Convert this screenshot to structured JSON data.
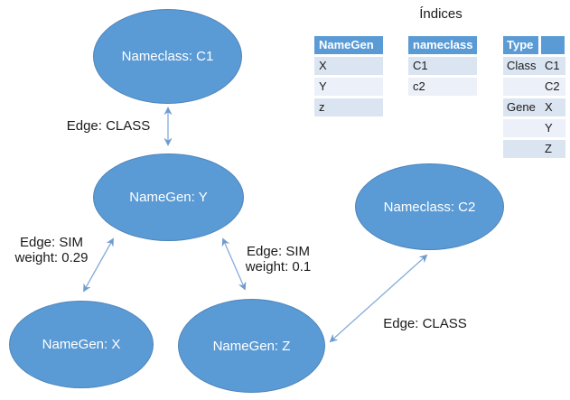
{
  "title": "Índices",
  "colors": {
    "node_fill": "#5b9bd5",
    "node_border": "#4d84ba",
    "node_text": "#ffffff",
    "arrow": "#85acd8",
    "table_header_bg": "#5b9bd5",
    "table_band_dark": "#dbe5f1",
    "table_band_light": "#ecf1f9",
    "label_text": "#1a1a1a"
  },
  "nodes": {
    "c1": {
      "label": "Nameclass: C1"
    },
    "y": {
      "label": "NameGen: Y"
    },
    "c2": {
      "label": "Nameclass: C2"
    },
    "x": {
      "label": "NameGen: X"
    },
    "z": {
      "label": "NameGen: Z"
    }
  },
  "edges": {
    "c1_y": {
      "label": "Edge: CLASS"
    },
    "y_x": {
      "label_line1": "Edge: SIM",
      "label_line2": "weight: 0.29"
    },
    "y_z": {
      "label_line1": "Edge: SIM",
      "label_line2": "weight: 0.1"
    },
    "z_c2": {
      "label": "Edge: CLASS"
    }
  },
  "tables": {
    "namegen": {
      "header": "NameGen",
      "rows": [
        "X",
        "Y",
        "z"
      ]
    },
    "nameclass": {
      "header": "nameclass",
      "rows": [
        "C1",
        "c2"
      ]
    },
    "type": {
      "header": [
        "Type",
        ""
      ],
      "rows": [
        [
          "Class",
          "C1"
        ],
        [
          "",
          "C2"
        ],
        [
          "Gene",
          "X"
        ],
        [
          "",
          "Y"
        ],
        [
          "",
          "Z"
        ]
      ]
    }
  }
}
